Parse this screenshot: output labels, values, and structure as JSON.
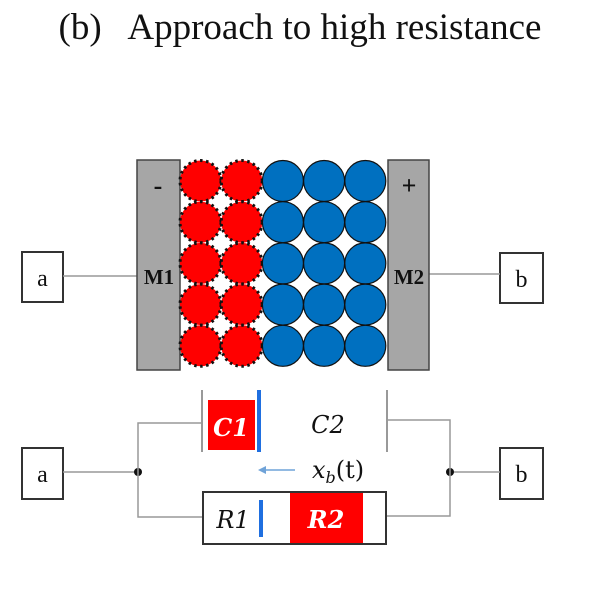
{
  "title": "(b)   Approach to high resistance",
  "colors": {
    "electrode": "#a6a6a6",
    "red_ion": "#ff0000",
    "blue_ion": "#0070c0",
    "wire": "#999999",
    "outline": "#222222",
    "marker_blue": "#1f6fe0"
  },
  "cell": {
    "left_electrode": {
      "label": "M1",
      "sign": "-"
    },
    "right_electrode": {
      "label": "M2",
      "sign": "+"
    },
    "terminal_left": "a",
    "terminal_right": "b",
    "rows": 5,
    "red_columns": 2,
    "blue_columns": 3
  },
  "circuit": {
    "terminal_left": "a",
    "terminal_right": "b",
    "capacitor_1": "C1",
    "capacitor_2": "C2",
    "resistor_1": "R1",
    "resistor_2": "R2",
    "boundary_label": "x",
    "boundary_subscript": "b",
    "boundary_arg": "(t)"
  }
}
